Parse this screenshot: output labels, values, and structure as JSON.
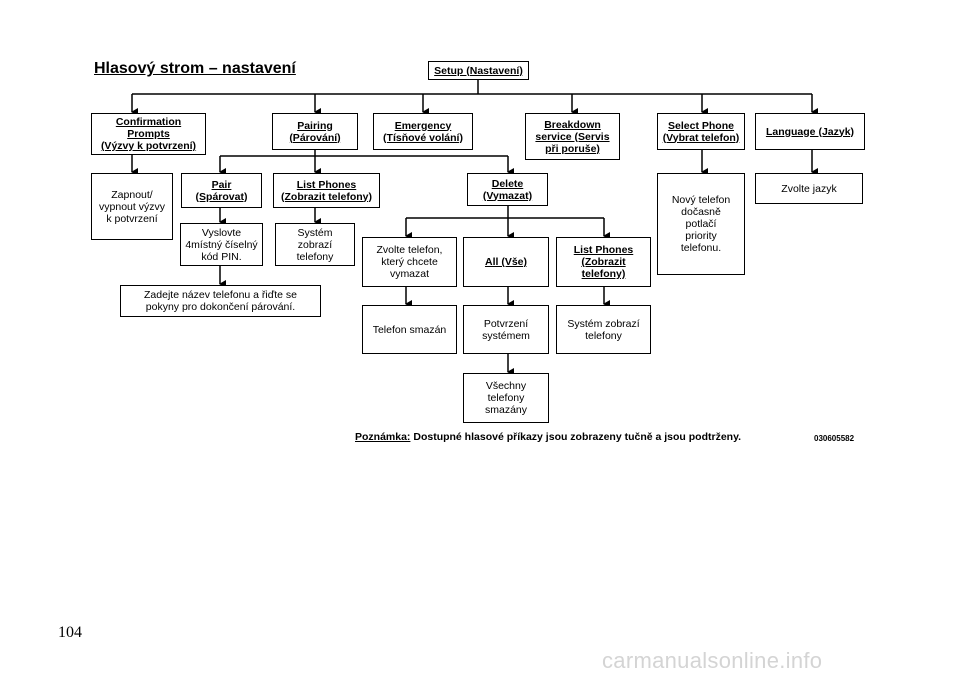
{
  "page": {
    "title": "Hlasový strom – nastavení",
    "page_number": "104",
    "code": "030605582",
    "watermark": "carmanualsonline.info"
  },
  "note": {
    "label": "Poznámka:",
    "text": " Dostupné hlasové příkazy jsou zobrazeny tučně a jsou podtrženy."
  },
  "nodes": {
    "setup": "Setup (Nastavení)",
    "confirmation": "Confirmation\nPrompts\n(Výzvy k potvrzení)",
    "pairing": "Pairing\n(Párování)",
    "emergency": "Emergency\n(Tísňové volání)",
    "breakdown": "Breakdown\nservice (Servis\npři poruše)",
    "select_phone": "Select Phone\n(Vybrat telefon)",
    "language": "Language (Jazyk)",
    "toggle_prompts": "Zapnout/\nvypnout výzvy\nk potvrzení",
    "pair": "Pair\n(Spárovat)",
    "list_phones": "List Phones\n(Zobrazit telefony)",
    "delete": "Delete\n(Vymazat)",
    "new_phone": "Nový telefon\ndočasně\npotlačí\npriority\ntelefonu.",
    "choose_language": "Zvolte jazyk",
    "say_pin": "Vyslovte\n4místný číselný\nkód PIN.",
    "system_shows": "Systém\nzobrazí\ntelefony",
    "enter_name": "Zadejte název telefonu a řiďte se\npokyny pro dokončení párování.",
    "choose_phone": "Zvolte telefon,\nkterý chcete\nvymazat",
    "all": "All (Vše)",
    "list_phones_2": "List Phones\n(Zobrazit\ntelefony)",
    "phone_deleted": "Telefon smazán",
    "system_confirm": "Potvrzení\nsystémem",
    "system_shows_2": "Systém zobrazí\ntelefony",
    "all_deleted": "Všechny\ntelefony\nsmazány"
  }
}
